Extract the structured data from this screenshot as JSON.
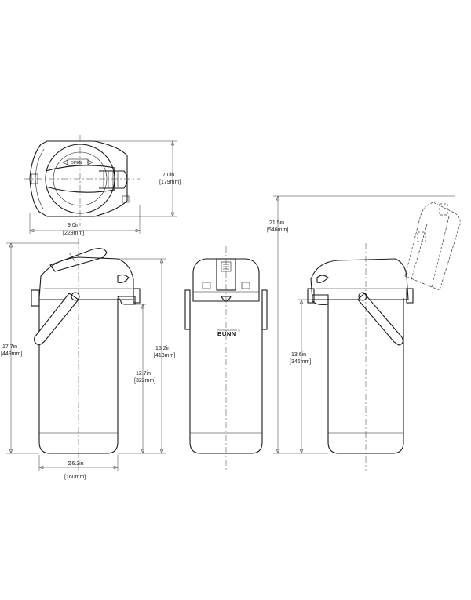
{
  "dimensions": {
    "top_width": {
      "imperial": "9.0in",
      "metric": "[229mm]"
    },
    "top_depth": {
      "imperial": "7.0in",
      "metric": "[179mm]"
    },
    "overall_height": {
      "imperial": "17.7in",
      "metric": "[449mm]"
    },
    "diameter": {
      "imperial": "Ø6.3in",
      "metric": "[160mm]"
    },
    "spout_height": {
      "imperial": "16.2in",
      "metric": "[413mm]"
    },
    "body_height": {
      "imperial": "12.7in",
      "metric": "[322mm]"
    },
    "lid_open_height": {
      "imperial": "21.5in",
      "metric": "[546mm]"
    },
    "side_body_height": {
      "imperial": "13.6in",
      "metric": "[346mm]"
    }
  },
  "brand": {
    "logo": "BUNN",
    "mark": "®"
  },
  "colors": {
    "line": "#1a1a1a",
    "background": "#ffffff"
  }
}
